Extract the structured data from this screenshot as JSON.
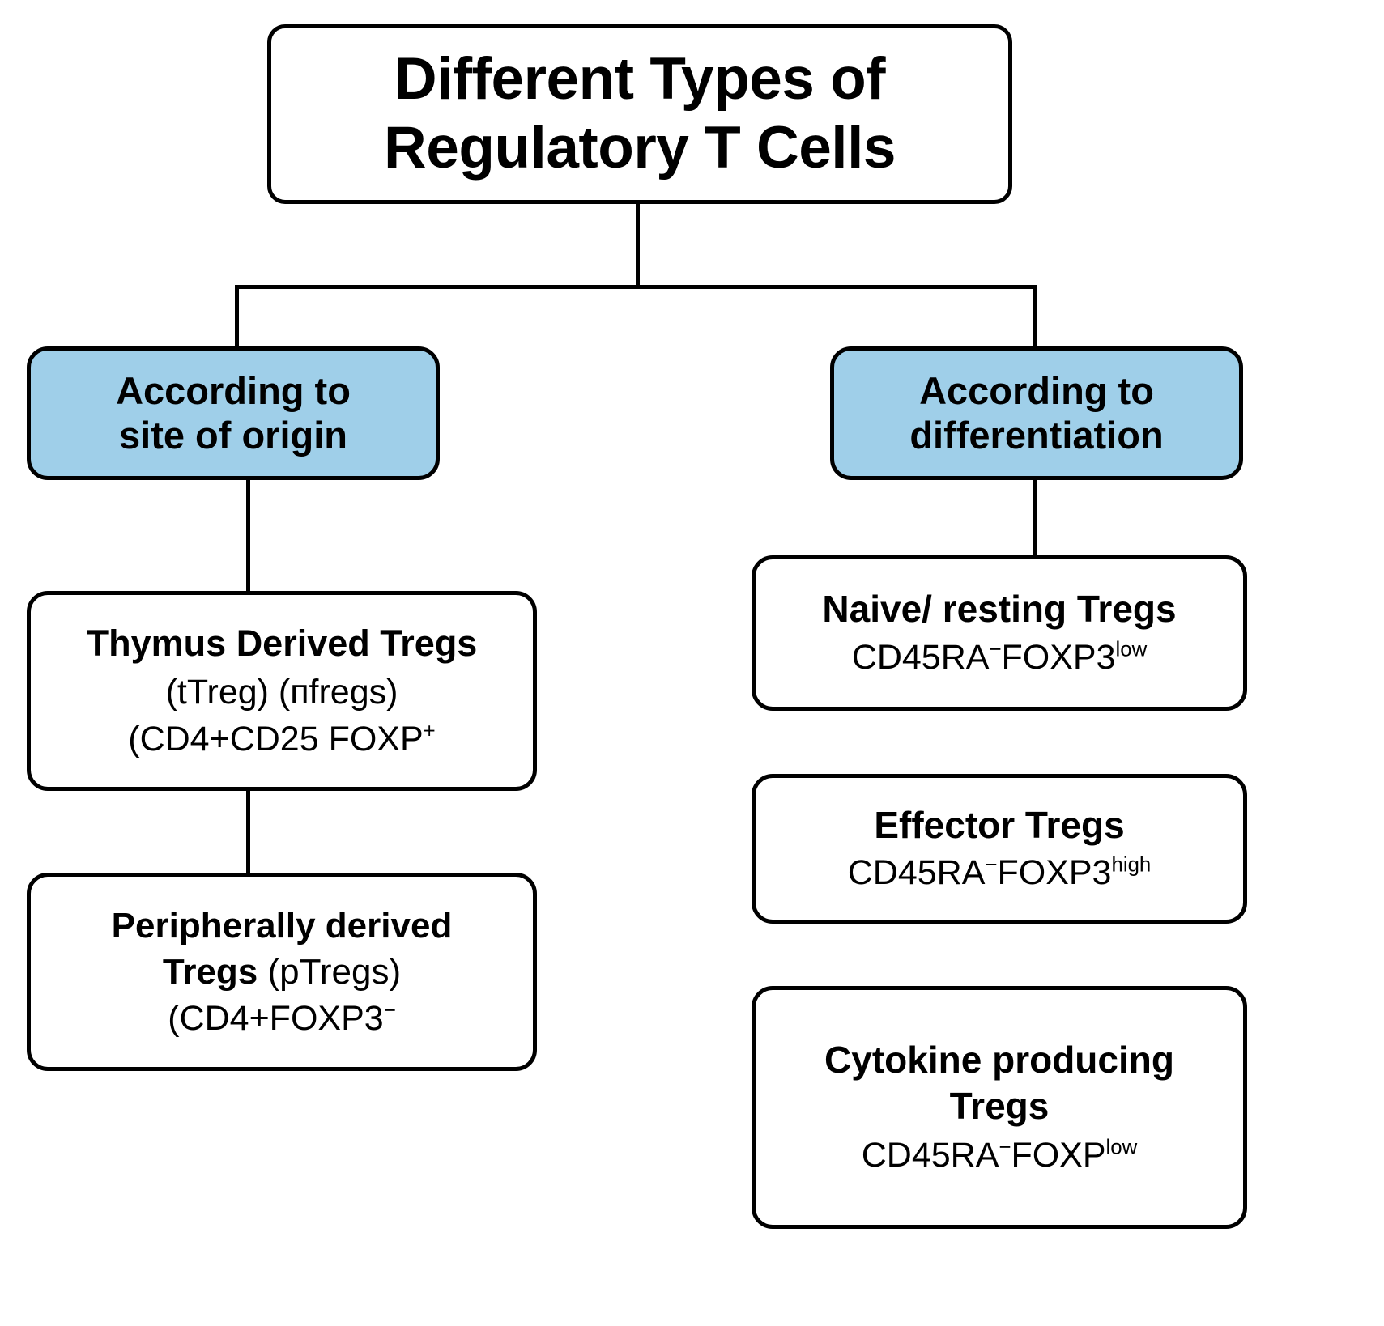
{
  "diagram": {
    "title": {
      "line1": "Different Types of",
      "line2": "Regulatory T Cells"
    },
    "categories": [
      {
        "id": "site-of-origin",
        "line1": "According to",
        "line2": "site of origin",
        "color": "#9FCFE9"
      },
      {
        "id": "differentiation",
        "line1": "According to",
        "line2": "differentiation",
        "color": "#9FCFE9"
      }
    ],
    "origin_nodes": [
      {
        "id": "thymus-derived-tregs",
        "line1": "Thymus Derived Tregs",
        "line2": "(tTreg) (ᴨfregs)",
        "line3_main": "(CD4+CD25 FOXP",
        "line3_sup": "+"
      },
      {
        "id": "peripherally-derived-tregs",
        "line1": "Peripherally derived",
        "line2_bold": "Tregs ",
        "line2_reg": "(pTregs)",
        "line3_main": "(CD4+FOXP3",
        "line3_sup": "−"
      }
    ],
    "differentiation_nodes": [
      {
        "id": "naive-resting-tregs",
        "line1": "Naive/ resting Tregs",
        "marker_prefix": "CD45RA",
        "marker_sup1": "−",
        "marker_mid": "FOXP3",
        "marker_sup2": "low"
      },
      {
        "id": "effector-tregs",
        "line1": "Effector Tregs",
        "marker_prefix": "CD45RA",
        "marker_sup1": "−",
        "marker_mid": "FOXP3",
        "marker_sup2": "high"
      },
      {
        "id": "cytokine-producing-tregs",
        "line1": "Cytokine producing",
        "line2": "Tregs",
        "marker_prefix": "CD45RA",
        "marker_sup1": "−",
        "marker_mid": "FOXP",
        "marker_sup2": "low"
      }
    ]
  }
}
